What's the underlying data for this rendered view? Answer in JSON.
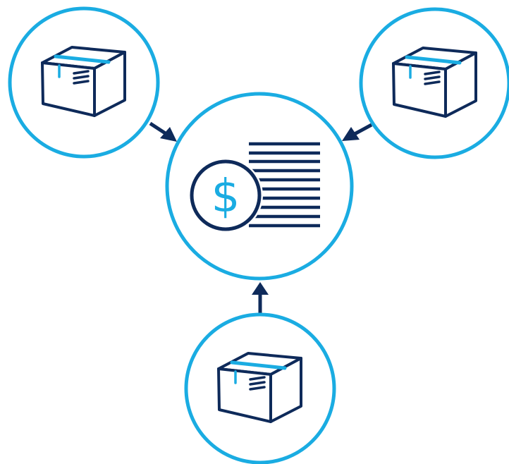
{
  "colors": {
    "ring": "#1aace2",
    "ink": "#0e2a5a",
    "accent": "#1aace2",
    "background": "#ffffff"
  },
  "nodes": [
    {
      "id": "package-top-left",
      "icon": "package-box-icon"
    },
    {
      "id": "package-top-right",
      "icon": "package-box-icon"
    },
    {
      "id": "package-bottom",
      "icon": "package-box-icon"
    },
    {
      "id": "center-hub",
      "icon": "dollar-coin-ledger-icon",
      "glyph": "$"
    }
  ],
  "edges": [
    {
      "from": "package-top-left",
      "to": "center-hub"
    },
    {
      "from": "package-top-right",
      "to": "center-hub"
    },
    {
      "from": "package-bottom",
      "to": "center-hub"
    }
  ]
}
